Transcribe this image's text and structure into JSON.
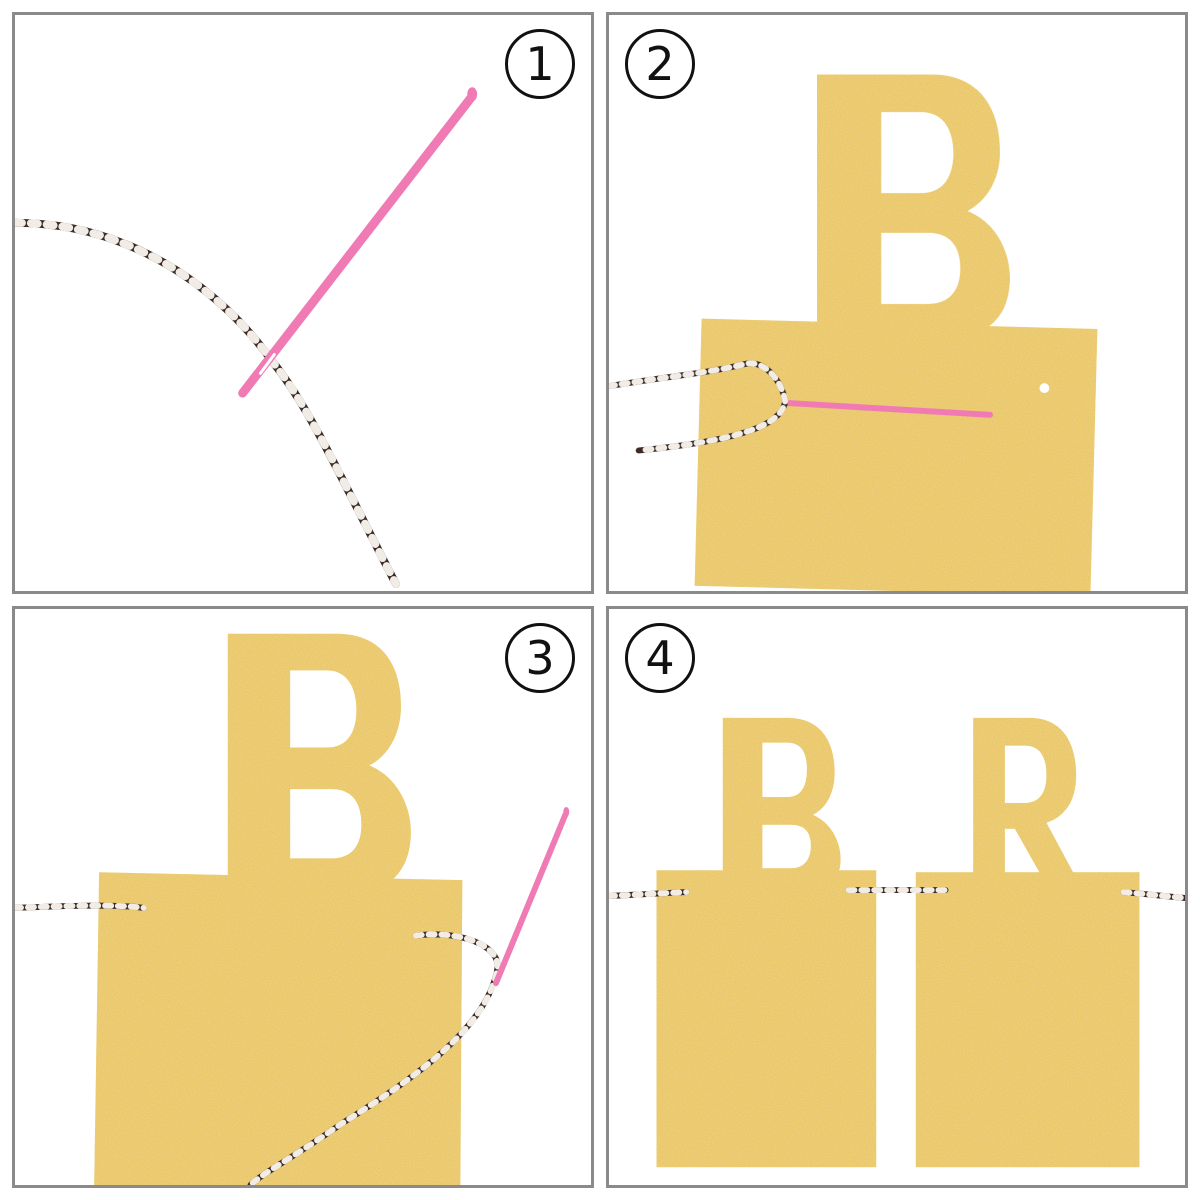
{
  "steps": [
    {
      "number": "1"
    },
    {
      "number": "2"
    },
    {
      "number": "3"
    },
    {
      "number": "4"
    }
  ],
  "colors": {
    "gold": "#e3b83a",
    "gold_dark": "#c99a22",
    "needle_pink": "#f07ab4",
    "twine_dark": "#3b2a25",
    "twine_light": "#f1ece6",
    "panel_border": "#8a8a8a"
  },
  "icons": {
    "needle": "needle-icon",
    "twine": "twine-icon",
    "pennant": "pennant-icon"
  }
}
